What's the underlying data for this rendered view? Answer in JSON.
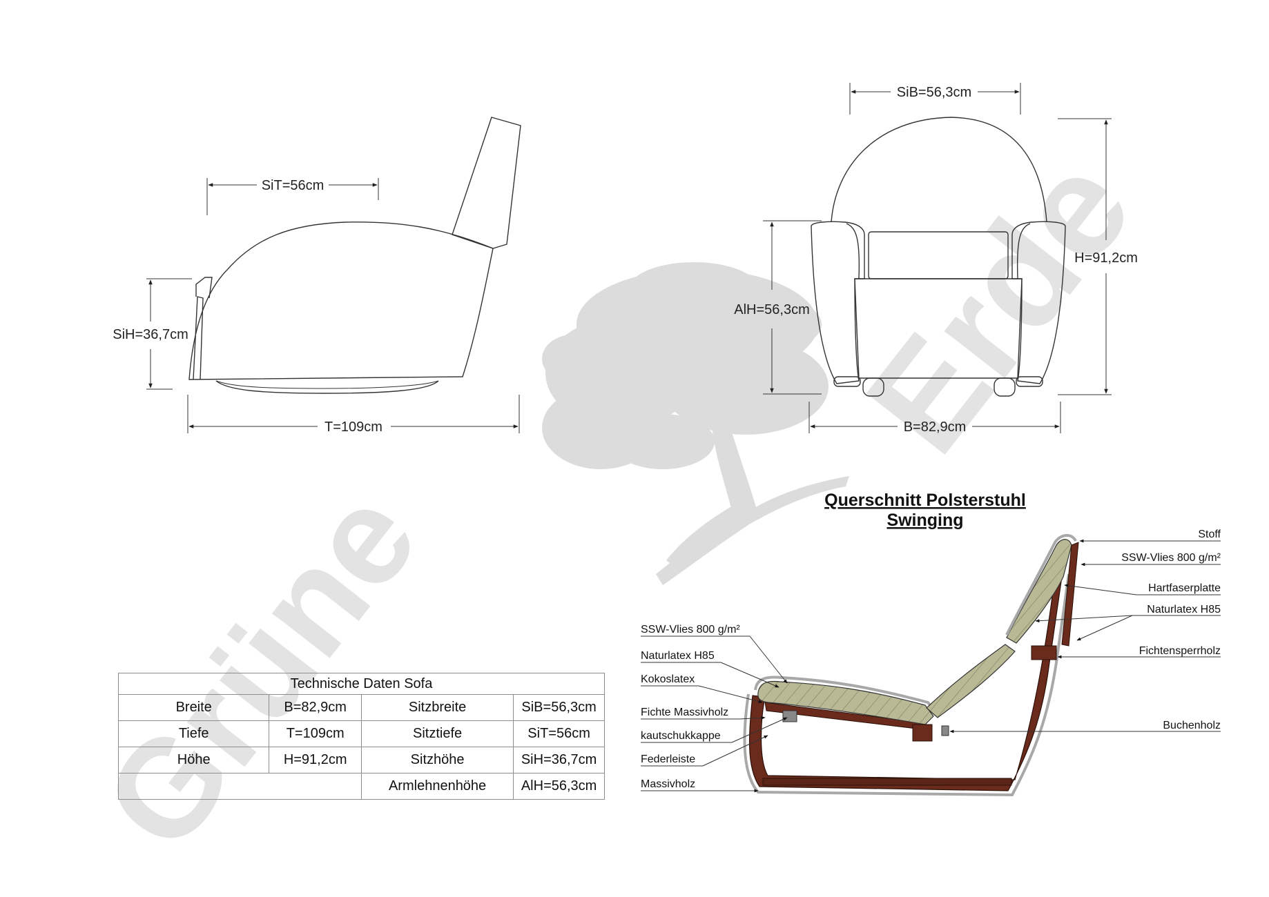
{
  "watermark": {
    "word1": "Grüne",
    "word2": "Erde"
  },
  "side_view": {
    "seat_depth": "SiT=56cm",
    "seat_height": "SiH=36,7cm",
    "total_depth": "T=109cm"
  },
  "front_view": {
    "seat_width": "SiB=56,3cm",
    "armrest_height": "AlH=56,3cm",
    "height": "H=91,2cm",
    "width": "B=82,9cm"
  },
  "cross_section": {
    "title_line1": "Querschnitt Polsterstuhl",
    "title_line2": "Swinging",
    "labels_right": [
      "Stoff",
      "SSW-Vlies 800 g/m²",
      "Hartfaserplatte",
      "Naturlatex H85",
      "Fichtensperrholz",
      "Buchenholz"
    ],
    "labels_left": [
      "SSW-Vlies 800 g/m²",
      "Naturlatex H85",
      "Kokoslatex",
      "Fichte Massivholz",
      "kautschukkappe",
      "Federleiste",
      "Massivholz"
    ]
  },
  "spec_table": {
    "title": "Technische Daten Sofa",
    "rows": [
      [
        "Breite",
        "B=82,9cm",
        "Sitzbreite",
        "SiB=56,3cm"
      ],
      [
        "Tiefe",
        "T=109cm",
        "Sitztiefe",
        "SiT=56cm"
      ],
      [
        "Höhe",
        "H=91,2cm",
        "Sitzhöhe",
        "SiH=36,7cm"
      ],
      [
        "",
        "",
        "Armlehnenhöhe",
        "AlH=56,3cm"
      ]
    ]
  },
  "colors": {
    "watermark": "#e3e3e3",
    "tree": "#dcdcdc",
    "foam": "#b9b996",
    "wood": "#6b2b1c",
    "fabric": "#a8a8a8"
  }
}
